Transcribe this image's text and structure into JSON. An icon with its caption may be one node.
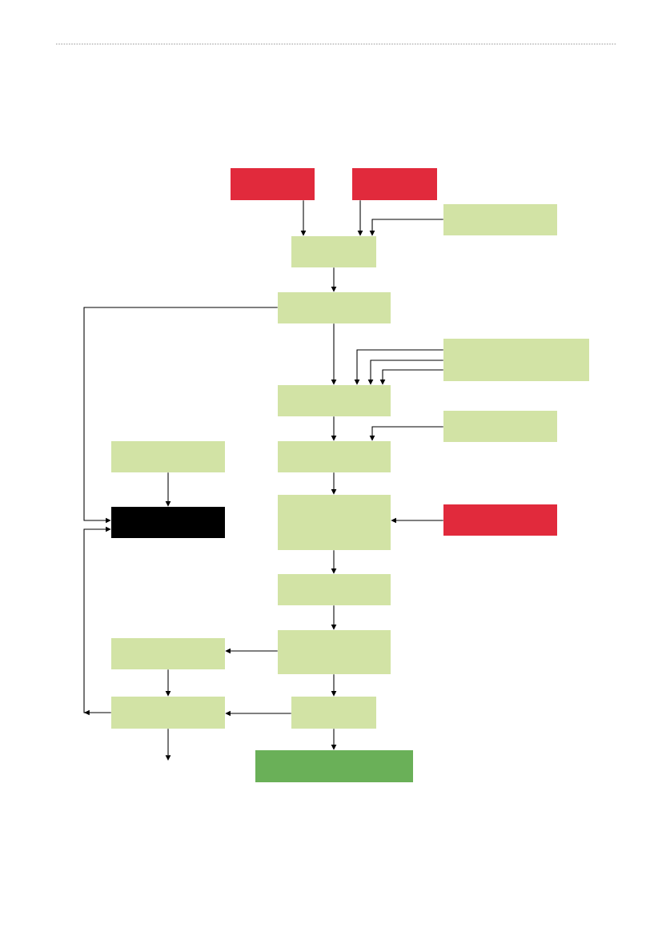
{
  "diagram": {
    "nodes": [
      {
        "text": [],
        "shape": "box"
      },
      {
        "text": [],
        "shape": "box"
      },
      {
        "text": [],
        "shape": "box"
      },
      {
        "text": [],
        "shape": "box"
      },
      {
        "text": [],
        "shape": "box"
      },
      {
        "text": [],
        "shape": "box"
      },
      {
        "text": [],
        "shape": "box"
      },
      {
        "text": [],
        "shape": "box"
      },
      {
        "text": [],
        "shape": "box"
      },
      {
        "text": [],
        "shape": "box"
      },
      {
        "text": [],
        "shape": "box"
      },
      {
        "text": [],
        "shape": "box"
      },
      {
        "text": [],
        "shape": "box"
      },
      {
        "text": [],
        "shape": "box"
      },
      {
        "text": [],
        "shape": "box"
      },
      {
        "text": [],
        "shape": "box"
      },
      {
        "text": [],
        "shape": "box"
      },
      {
        "text": [],
        "shape": "box"
      },
      {
        "text": [],
        "shape": "box"
      }
    ],
    "edges": [
      {
        "from": 0,
        "to": 3,
        "arrow": "to"
      },
      {
        "from": 1,
        "to": 3,
        "arrow": "to"
      },
      {
        "from": 2,
        "to": 3,
        "arrow": "to"
      },
      {
        "from": 3,
        "to": 4,
        "arrow": "to"
      },
      {
        "from": 4,
        "to": 6,
        "arrow": "to"
      },
      {
        "from": 4,
        "to": 10,
        "arrow": "to"
      },
      {
        "from": 5,
        "to": 6,
        "arrow": "to"
      },
      {
        "from": 5,
        "to": 6,
        "arrow": "to"
      },
      {
        "from": 5,
        "to": 6,
        "arrow": "to"
      },
      {
        "from": 6,
        "to": 9,
        "arrow": "to"
      },
      {
        "from": 7,
        "to": 9,
        "arrow": "to"
      },
      {
        "from": 8,
        "to": 10,
        "arrow": "to"
      },
      {
        "from": 9,
        "to": 11,
        "arrow": "to"
      },
      {
        "from": 12,
        "to": 11,
        "arrow": "to"
      },
      {
        "from": 11,
        "to": 13,
        "arrow": "to"
      },
      {
        "from": 13,
        "to": 15,
        "arrow": "to"
      },
      {
        "from": 15,
        "to": 14,
        "arrow": "to"
      },
      {
        "from": 14,
        "to": 16,
        "arrow": "to"
      },
      {
        "from": 15,
        "to": 17,
        "arrow": "to"
      },
      {
        "from": 17,
        "to": 16,
        "arrow": "to"
      },
      {
        "from": 16,
        "to": 10,
        "arrow": "to"
      },
      {
        "from": 16,
        "to": null,
        "arrow": "to"
      },
      {
        "from": 17,
        "to": 18,
        "arrow": "to"
      }
    ]
  }
}
